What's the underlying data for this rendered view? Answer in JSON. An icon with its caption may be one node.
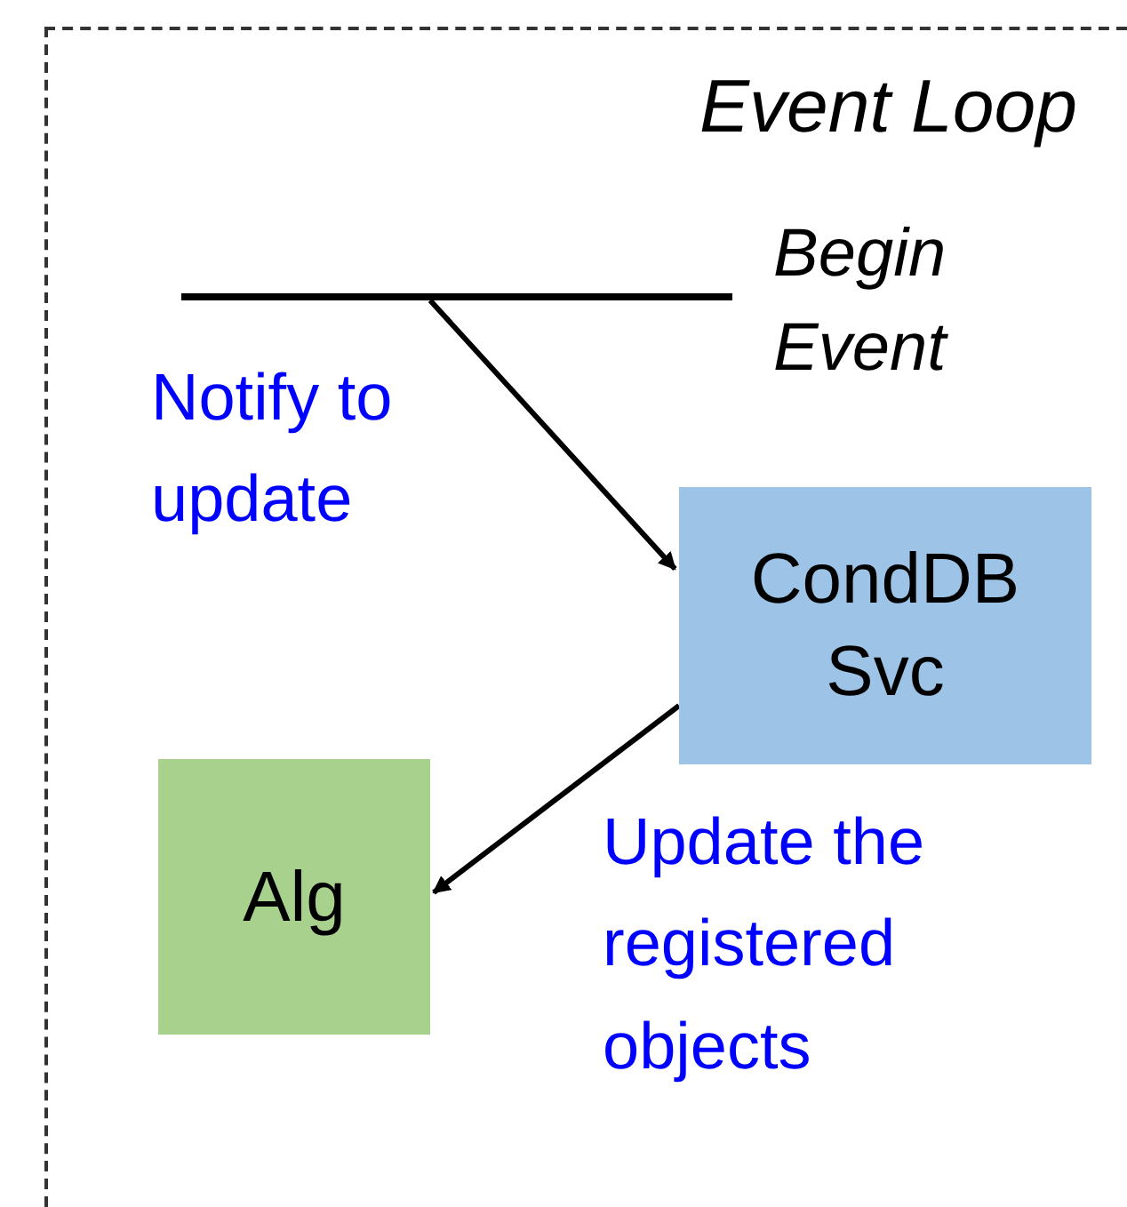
{
  "diagram": {
    "nodes": [
      {
        "text": [
          "Event Loop"
        ]
      },
      {
        "text": [],
        "shape": "bar",
        "beside": [
          "Begin Event"
        ],
        "in": 0
      },
      {
        "text": [
          "CondDB Svc"
        ],
        "in": 0
      },
      {
        "text": [
          "Alg"
        ],
        "in": 0
      }
    ],
    "edges": [
      {
        "from": 1,
        "to": 2,
        "arrow": "to",
        "label": "Notify to update"
      },
      {
        "from": 2,
        "to": 3,
        "arrow": "to",
        "label": "Update the registered objects"
      }
    ]
  }
}
